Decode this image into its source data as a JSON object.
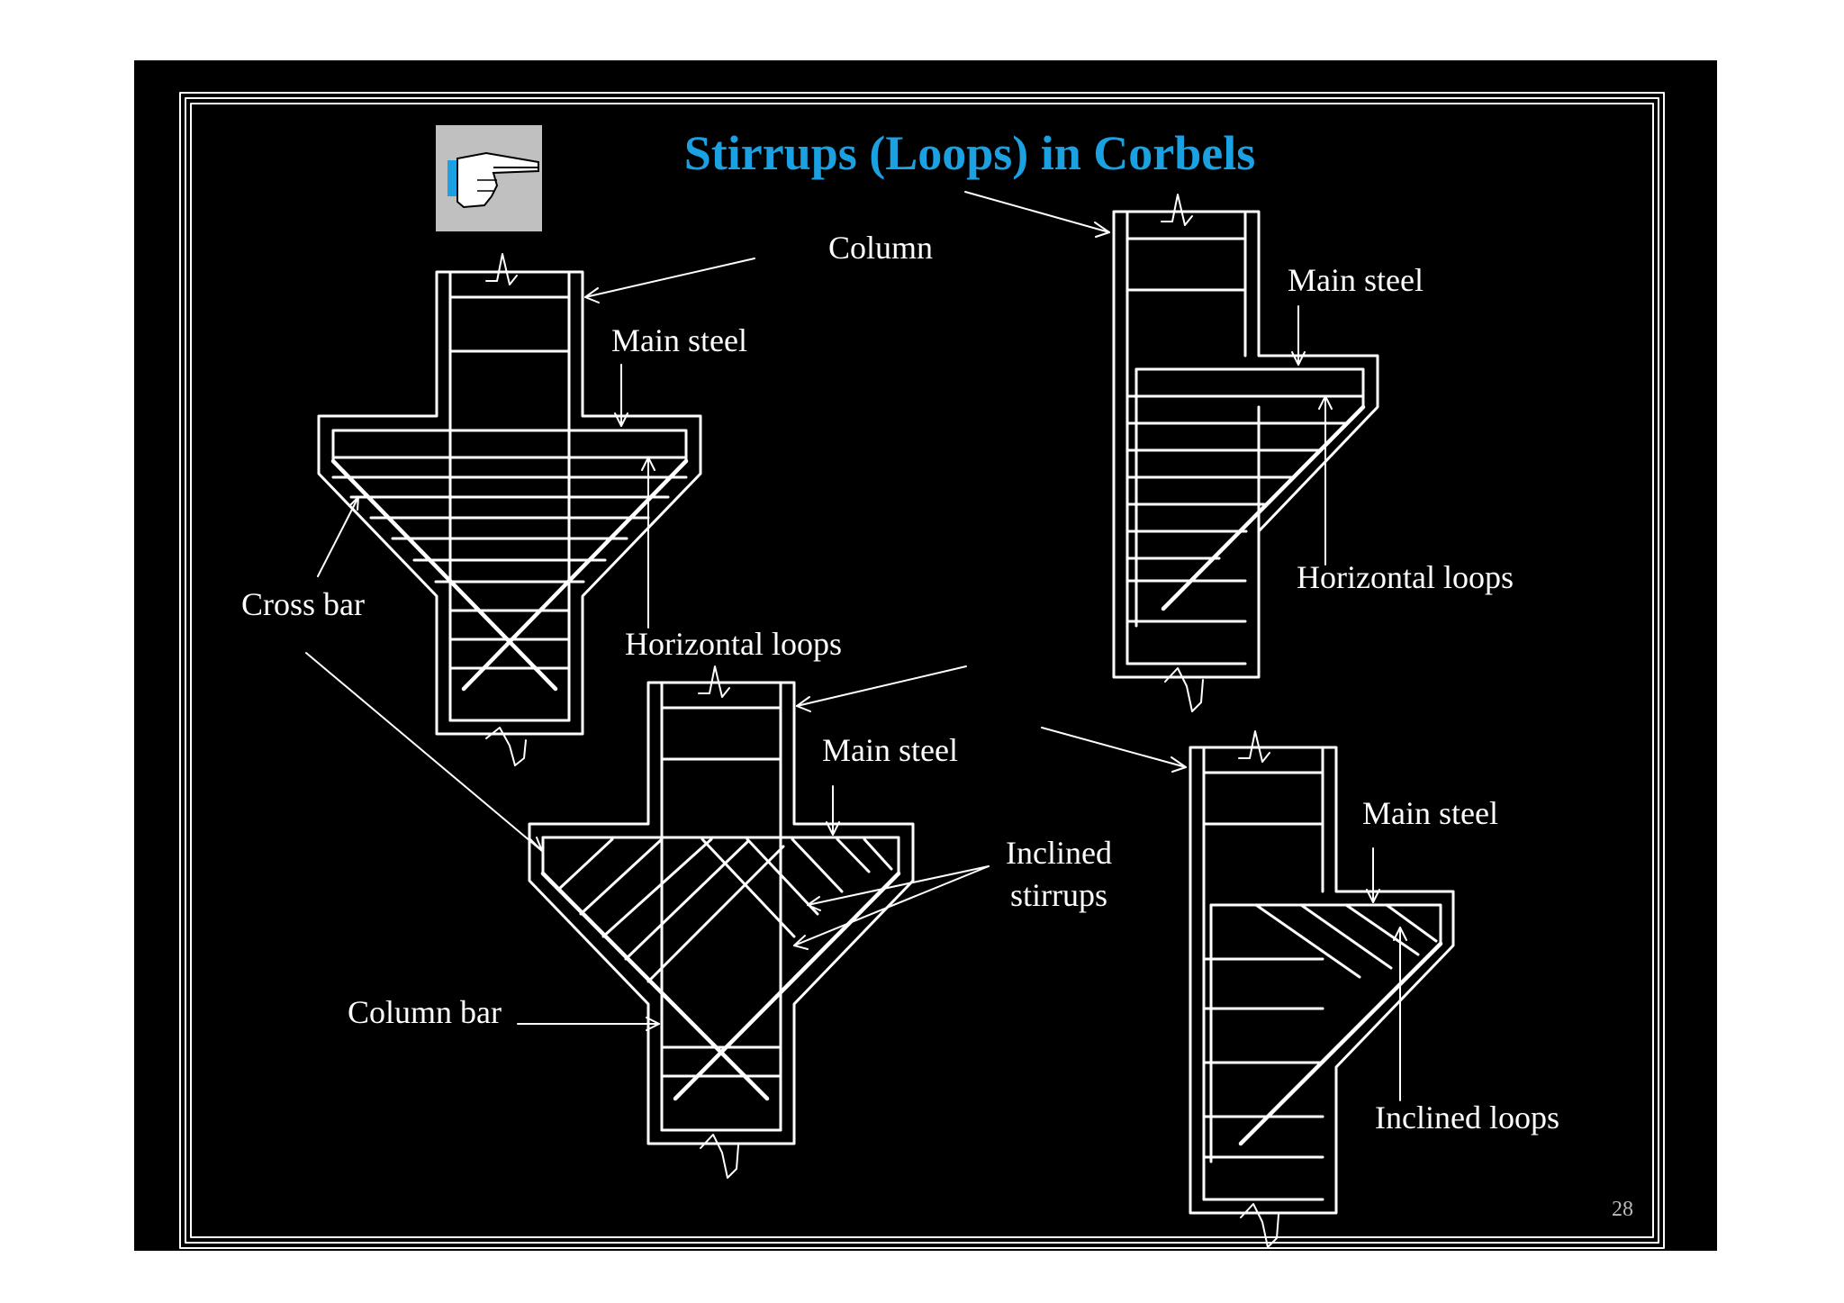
{
  "slide": {
    "title": "Stirrups (Loops) in Corbels",
    "page_number": "28",
    "icon": "pointing-hand-icon"
  },
  "labels": {
    "column": "Column",
    "main_steel_1": "Main steel",
    "main_steel_2": "Main steel",
    "main_steel_3": "Main steel",
    "main_steel_4": "Main steel",
    "cross_bar": "Cross bar",
    "horizontal_loops_1": "Horizontal loops",
    "horizontal_loops_2": "Horizontal loops",
    "inclined_stirrups_line1": "Inclined",
    "inclined_stirrups_line2": "stirrups",
    "column_bar": "Column bar",
    "inclined_loops": "Inclined loops"
  },
  "colors": {
    "background": "#000000",
    "title": "#1ba1e2",
    "lines": "#ffffff"
  }
}
